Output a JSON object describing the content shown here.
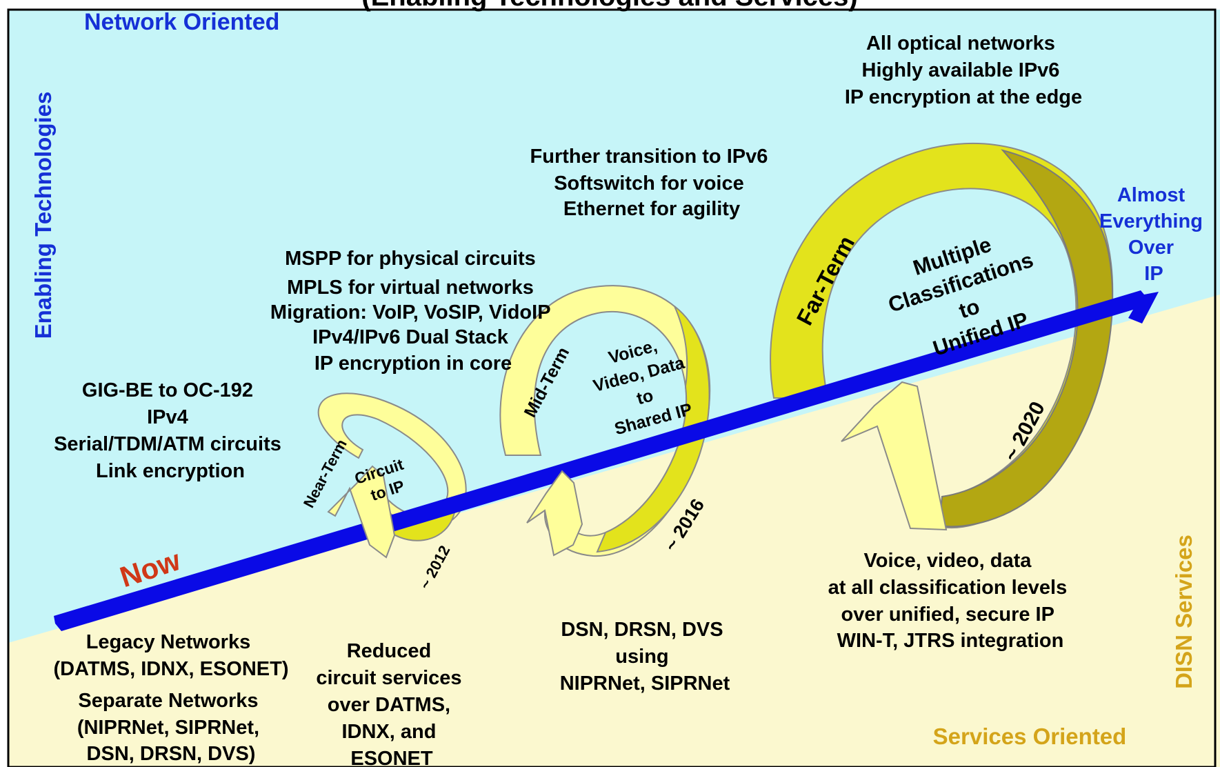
{
  "title_partial": "(Enabling Technologies and Services)",
  "axes": {
    "top_label": "Network Oriented",
    "left_label": "Enabling Technologies",
    "right_label": "DISN Services",
    "bottom_label": "Services Oriented"
  },
  "arrow": {
    "start_label": "Now",
    "end_label": [
      "Almost",
      "Everything",
      "Over",
      "IP"
    ]
  },
  "loops": {
    "near": {
      "phase": "Near-Term",
      "theme": [
        "Circuit",
        "to IP"
      ],
      "year": "~ 2012"
    },
    "mid": {
      "phase": "Mid-Term",
      "theme": [
        "Voice,",
        "Video, Data",
        "to",
        "Shared IP"
      ],
      "year": "~ 2016"
    },
    "far": {
      "phase": "Far-Term",
      "theme": [
        "Multiple",
        "Classifications",
        "to",
        "Unified IP"
      ],
      "year": "~ 2020"
    }
  },
  "technologies": {
    "now": [
      "GIG-BE to OC-192",
      "IPv4",
      "Serial/TDM/ATM circuits",
      "Link encryption"
    ],
    "near": [
      "MSPP for physical circuits",
      "MPLS for virtual networks",
      "Migration: VoIP, VoSIP, VidoIP",
      "IPv4/IPv6 Dual Stack",
      "IP encryption in core"
    ],
    "mid": [
      "Further transition to IPv6",
      "Softswitch for voice",
      "Ethernet for agility"
    ],
    "far": [
      "All optical networks",
      "Highly available IPv6",
      "IP encryption at the edge"
    ]
  },
  "services": {
    "now_a": [
      "Legacy Networks",
      "(DATMS, IDNX, ESONET)"
    ],
    "now_b": [
      "Separate Networks",
      "(NIPRNet, SIPRNet,",
      "DSN, DRSN, DVS)"
    ],
    "near": [
      "Reduced",
      "circuit services",
      "over DATMS,",
      "IDNX, and",
      "ESONET"
    ],
    "mid": [
      "DSN, DRSN, DVS",
      "using",
      "NIPRNet, SIPRNet"
    ],
    "far": [
      "Voice, video, data",
      "at all classification levels",
      "over unified, secure IP",
      "WIN-T, JTRS integration"
    ]
  },
  "colors": {
    "upper_bg": "#c6f5f8",
    "lower_bg": "#fbf8cf",
    "arrow": "#0a0ae6",
    "loop_fill": "#fefe9a",
    "loop_bright": "#e3e31c",
    "loop_dark": "#b3a712",
    "now_text": "#d03818",
    "blue_text": "#1530d6",
    "gold_text": "#d4a41a"
  }
}
